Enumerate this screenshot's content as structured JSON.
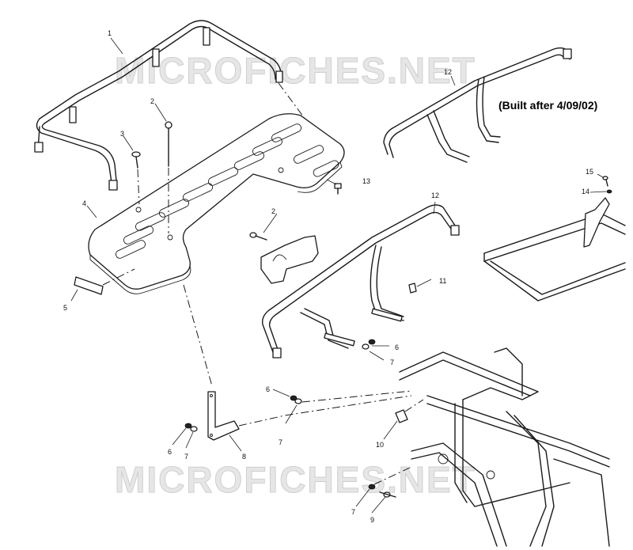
{
  "watermark": "MICROFICHES.NET",
  "note": "(Built after 4/09/02)",
  "callouts": {
    "c1": "1",
    "c2a": "2",
    "c2b": "2",
    "c3": "3",
    "c4": "4",
    "c5": "5",
    "c6a": "6",
    "c6b": "6",
    "c6c": "6",
    "c7a": "7",
    "c7b": "7",
    "c7c": "7",
    "c7d": "7",
    "c8": "8",
    "c9": "9",
    "c10": "10",
    "c11": "11",
    "c12a": "12",
    "c12b": "12",
    "c13": "13",
    "c14": "14",
    "c15": "15"
  }
}
